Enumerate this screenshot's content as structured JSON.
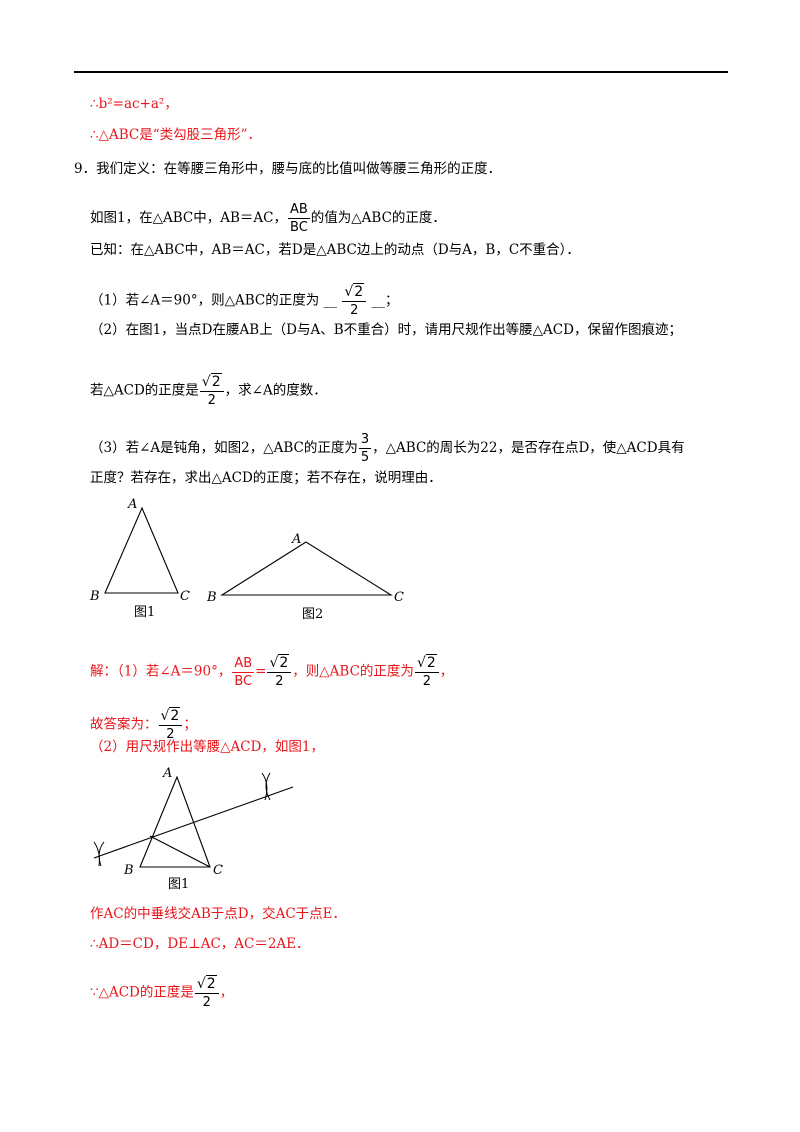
{
  "top_answer": {
    "line1": "∴b²=ac+a²，",
    "line2": "∴△ABC是“类勾股三角形”．"
  },
  "problem": {
    "number": "9．",
    "intro": "我们定义：在等腰三角形中，腰与底的比值叫做等腰三角形的正度．",
    "example_pre": "如图1，在△ABC中，AB＝AC，",
    "example_frac_num": "AB",
    "example_frac_den": "BC",
    "example_post": "的值为△ABC的正度．",
    "given": "已知：在△ABC中，AB＝AC，若D是△ABC边上的动点（D与A，B，C不重合）．",
    "q1_pre": "（1）若∠A＝90°，则△ABC的正度为",
    "q1_blank_pre": "__",
    "q1_blank_post": "__；",
    "sqrt_rad": "2",
    "sqrt_den": "2",
    "q2_line1": "（2）在图1，当点D在腰AB上（D与A、B不重合）时，请用尺规作出等腰△ACD，保留作图痕迹；",
    "q2_line2_pre": "若△ACD的正度是",
    "q2_line2_post": "，求∠A的度数．",
    "q3_line1_pre": "（3）若∠A是钝角，如图2，△ABC的正度为",
    "q3_frac_num": "3",
    "q3_frac_den": "5",
    "q3_line1_post": "，△ABC的周长为22，是否存在点D，使△ACD具有",
    "q3_line2": "正度？若存在，求出△ACD的正度；若不存在，说明理由．"
  },
  "figures": {
    "fig1": {
      "caption": "图1",
      "A": "A",
      "B": "B",
      "C": "C"
    },
    "fig2": {
      "caption": "图2",
      "A": "A",
      "B": "B",
      "C": "C"
    },
    "fig3": {
      "caption": "图1",
      "A": "A",
      "B": "B",
      "C": "C"
    }
  },
  "solution": {
    "s1_pre": "解：（1）若∠A＝90°，",
    "s1_frac_num": "AB",
    "s1_frac_den": "BC",
    "s1_eq": "=",
    "s1_mid": "，则△ABC的正度为",
    "s1_end": "，",
    "s2_pre": "故答案为：",
    "s2_end": "；",
    "s3": "（2）用尺规作出等腰△ACD，如图1，",
    "s4": "作AC的中垂线交AB于点D，交AC于点E．",
    "s5": "∴AD＝CD，DE⊥AC，AC＝2AE．",
    "s6_pre": "∵△ACD的正度是",
    "s6_end": "，"
  }
}
